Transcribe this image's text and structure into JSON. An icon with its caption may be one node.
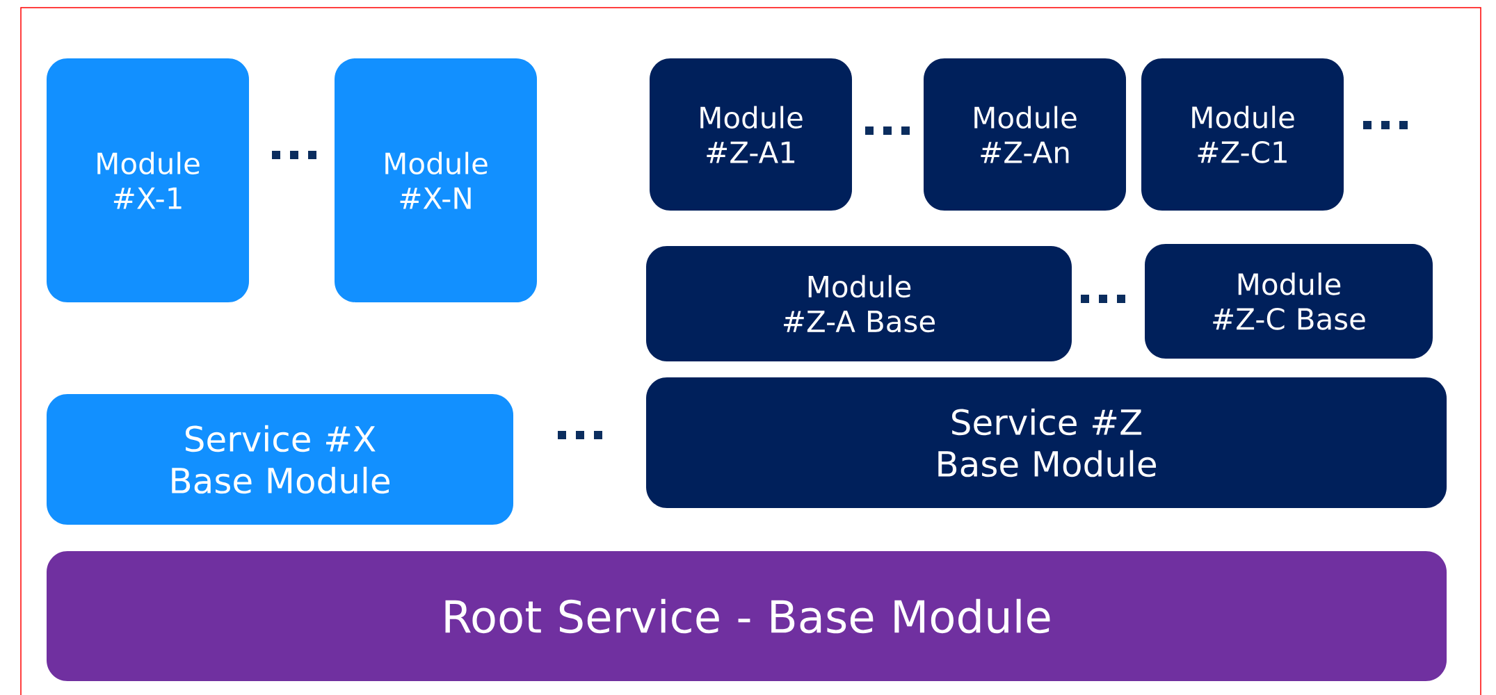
{
  "diagram": {
    "nodes": [
      {
        "text": [
          "Module #X-1"
        ]
      },
      {
        "text": [
          "Module #X-N"
        ]
      },
      {
        "text": [
          "Module #Z-A1"
        ]
      },
      {
        "text": [
          "Module #Z-An"
        ]
      },
      {
        "text": [
          "Module #Z-C1"
        ]
      },
      {
        "text": [
          "Module #Z-A Base"
        ]
      },
      {
        "text": [
          "Module #Z-C Base"
        ]
      },
      {
        "text": [
          "Service #X Base Module"
        ]
      },
      {
        "text": [
          "Service #Z Base Module"
        ]
      },
      {
        "text": [
          "Root Service - Base Module"
        ]
      }
    ]
  }
}
